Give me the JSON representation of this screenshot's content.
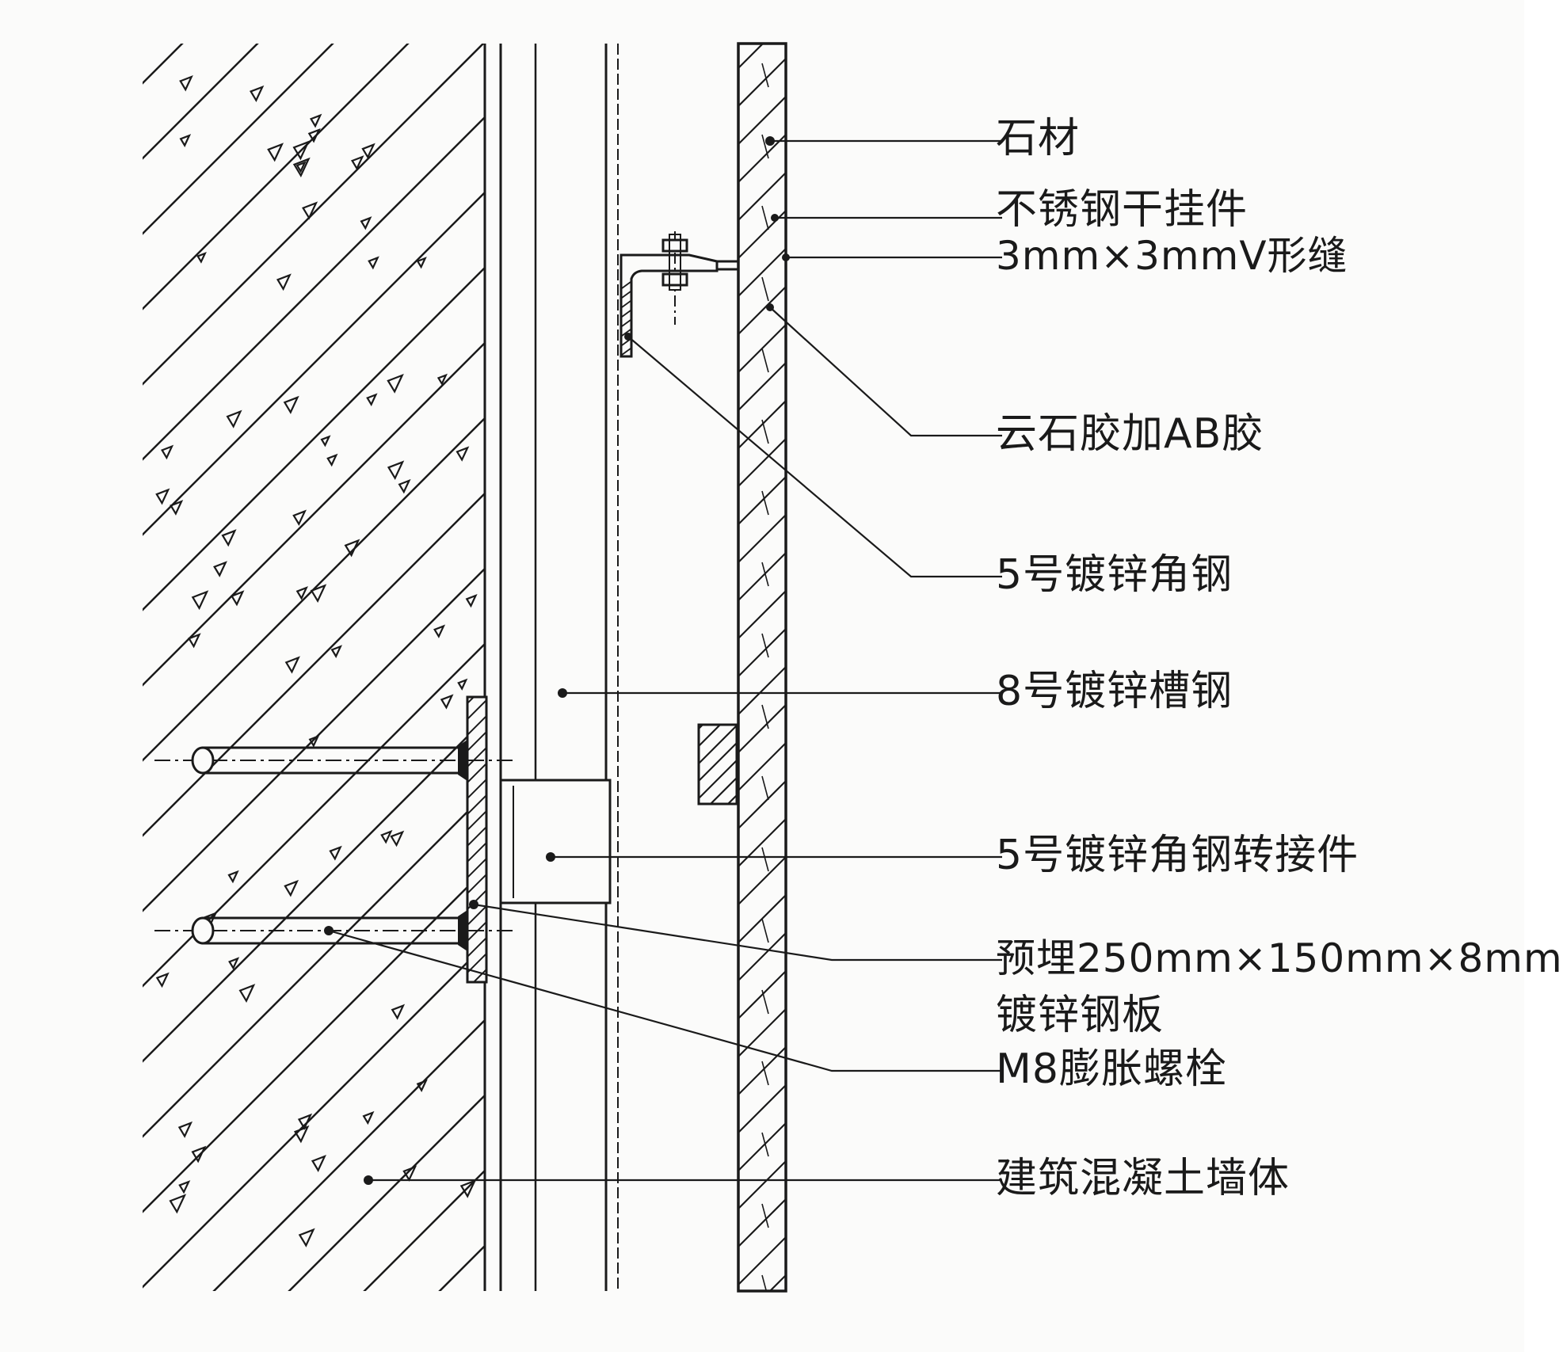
{
  "labels": {
    "stone": "石材",
    "steel_hanger": "不锈钢干挂件",
    "v_joint": "3mm×3mmV形缝",
    "adhesive": "云石胶加AB胶",
    "angle_steel": "5号镀锌角钢",
    "channel_steel": "8号镀锌槽钢",
    "angle_adapter": "5号镀锌角钢转接件",
    "embedded_plate_line1": "预埋250mm×150mm×8mm",
    "embedded_plate_line2": "镀锌钢板",
    "expansion_bolt": "M8膨胀螺栓",
    "concrete_wall": "建筑混凝土墙体"
  },
  "colors": {
    "ink": "#1a1a1a",
    "background": "#fbfbfa"
  }
}
